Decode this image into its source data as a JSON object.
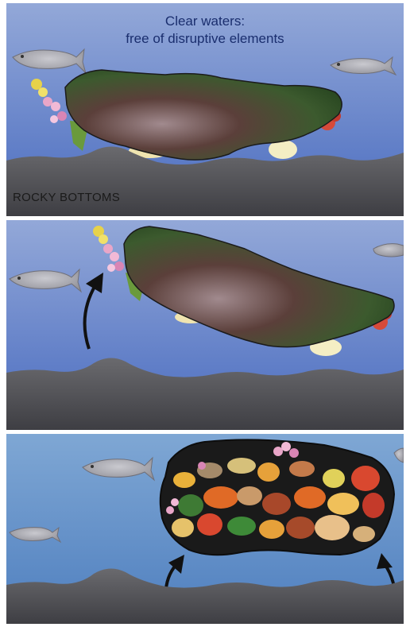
{
  "caption": {
    "line1": "Clear waters:",
    "line2": "free of disruptive elements"
  },
  "bottom_label": "ROCKY BOTTOMS",
  "colors": {
    "water_top": "#8fa4d6",
    "water_bottom": "#4f70c2",
    "rock": "#5e5e62",
    "rock_dark": "#3f3f44",
    "caption_text": "#1a2e6e",
    "arrow": "#111111"
  }
}
